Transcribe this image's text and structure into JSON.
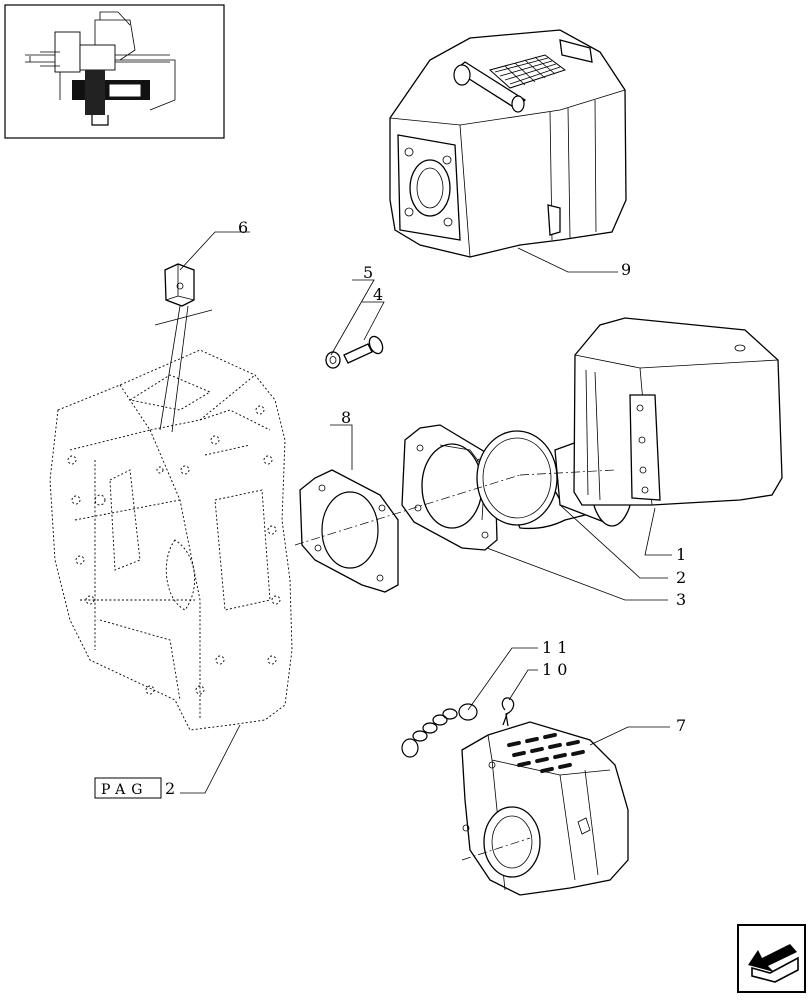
{
  "callouts": {
    "c1": "1",
    "c2": "2",
    "c3": "3",
    "c4": "4",
    "c5": "5",
    "c6": "6",
    "c7": "7",
    "c8": "8",
    "c9": "9",
    "c10": "1 0",
    "c11": "1 1"
  },
  "page_ref": {
    "label": "PAG",
    "number": "2"
  },
  "icons": {
    "thumbnail": "assembly-location-thumbnail",
    "nav": "back-arrow-icon"
  },
  "colors": {
    "line": "#000000",
    "background": "#ffffff"
  }
}
